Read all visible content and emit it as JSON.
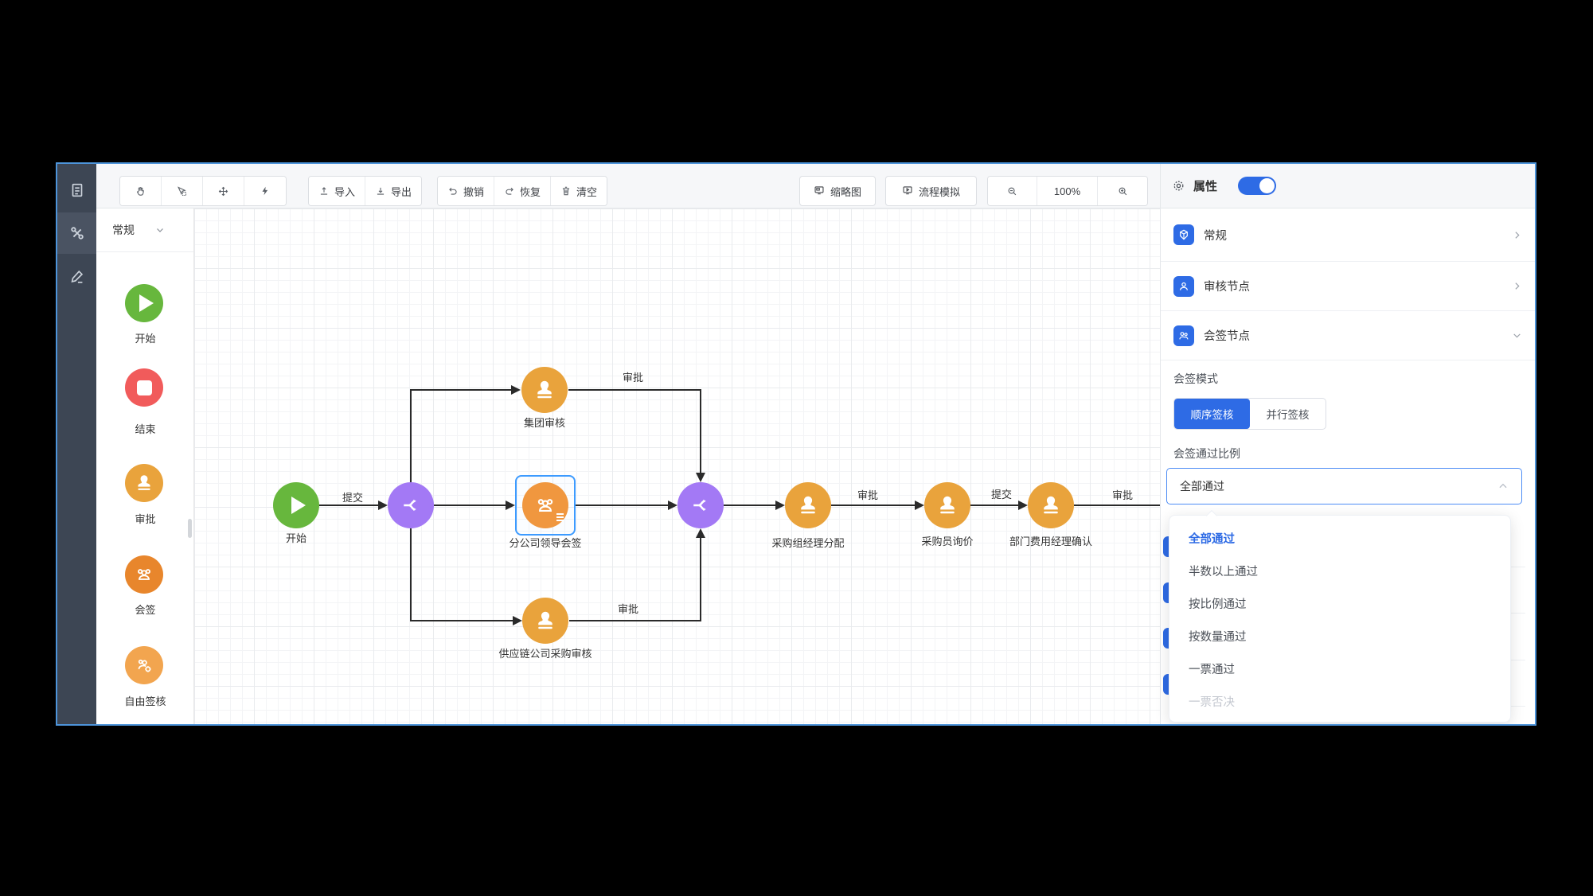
{
  "toolbar": {
    "import": "导入",
    "export": "导出",
    "undo": "撤销",
    "redo": "恢复",
    "clear": "清空",
    "minimap": "缩略图",
    "simulate": "流程模拟",
    "zoom_level": "100%"
  },
  "palette": {
    "category": "常规",
    "items": [
      {
        "label": "开始",
        "type": "start"
      },
      {
        "label": "结束",
        "type": "end"
      },
      {
        "label": "审批",
        "type": "approval"
      },
      {
        "label": "会签",
        "type": "countersign"
      },
      {
        "label": "自由签核",
        "type": "free-sign"
      }
    ]
  },
  "canvas": {
    "nodes": [
      {
        "id": "start",
        "label": "开始",
        "type": "start"
      },
      {
        "id": "split-gateway",
        "label": "",
        "type": "gateway"
      },
      {
        "id": "group-review",
        "label": "集团审核",
        "type": "approval"
      },
      {
        "id": "branch-leader-countersign",
        "label": "分公司领导会签",
        "type": "countersign",
        "selected": true
      },
      {
        "id": "supply-chain-purchase-review",
        "label": "供应链公司采购审核",
        "type": "approval"
      },
      {
        "id": "merge-gateway",
        "label": "",
        "type": "gateway"
      },
      {
        "id": "purchase-group-manager-assign",
        "label": "采购组经理分配",
        "type": "approval"
      },
      {
        "id": "buyer-inquiry",
        "label": "采购员询价",
        "type": "approval"
      },
      {
        "id": "dept-expense-manager-confirm",
        "label": "部门费用经理确认",
        "type": "approval"
      }
    ],
    "edge_labels": [
      {
        "id": "start-submit",
        "text": "提交"
      },
      {
        "id": "group-review-approve",
        "text": "审批"
      },
      {
        "id": "supply-review-approve",
        "text": "审批"
      },
      {
        "id": "assign-approve",
        "text": "审批"
      },
      {
        "id": "inquiry-submit",
        "text": "提交"
      },
      {
        "id": "confirm-approve",
        "text": "审批"
      }
    ]
  },
  "properties_panel": {
    "title": "属性",
    "sections": [
      {
        "label": "常规"
      },
      {
        "label": "审核节点"
      },
      {
        "label": "会签节点"
      }
    ],
    "countersign_mode": {
      "label": "会签模式",
      "options": [
        {
          "label": "顺序签核",
          "selected": true
        },
        {
          "label": "并行签核",
          "selected": false
        }
      ]
    },
    "pass_ratio": {
      "label": "会签通过比例",
      "value": "全部通过",
      "options": [
        {
          "label": "全部通过",
          "selected": true,
          "disabled": false
        },
        {
          "label": "半数以上通过",
          "selected": false,
          "disabled": false
        },
        {
          "label": "按比例通过",
          "selected": false,
          "disabled": false
        },
        {
          "label": "按数量通过",
          "selected": false,
          "disabled": false
        },
        {
          "label": "一票通过",
          "selected": false,
          "disabled": false
        },
        {
          "label": "一票否决",
          "selected": false,
          "disabled": true
        }
      ]
    }
  },
  "colors": {
    "accent": "#2e6be5",
    "node_green": "#67b73d",
    "node_red": "#f15b5b",
    "node_amber": "#e9a33c",
    "node_orange": "#f0973f",
    "node_purple": "#a379f5",
    "selection_blue": "#3d9bff",
    "window_border": "#4d94da"
  }
}
